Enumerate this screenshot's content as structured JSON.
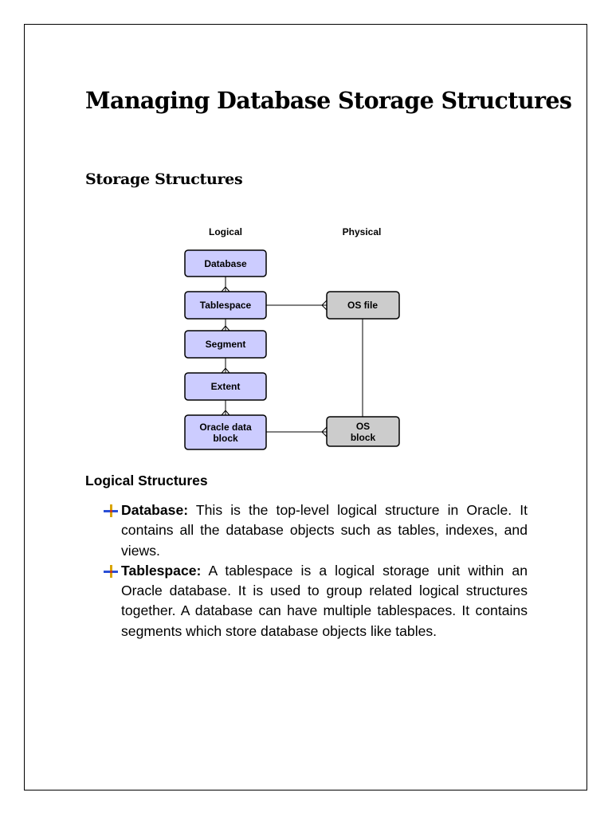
{
  "title": "Managing Database Storage Structures",
  "subtitle": "Storage Structures",
  "diagram": {
    "logical_label": "Logical",
    "physical_label": "Physical",
    "logical_boxes": [
      "Database",
      "Tablespace",
      "Segment",
      "Extent",
      "Oracle data block"
    ],
    "physical_boxes": [
      "OS file",
      "OS block"
    ],
    "colors": {
      "logical_fill": "#ccccff",
      "physical_fill": "#cccccc"
    }
  },
  "section": {
    "heading": "Logical Structures",
    "items": [
      {
        "term": "Database:",
        "text": " This is the top-level logical structure in Oracle. It contains all the database objects such as tables, indexes, and views."
      },
      {
        "term": "Tablespace:",
        "text": " A tablespace is a logical storage unit within an Oracle database. It is used to group related logical structures together. A database can have multiple tablespaces. It contains segments which store database objects like tables."
      }
    ],
    "bullet_icon": "four-pointed-star-icon"
  }
}
